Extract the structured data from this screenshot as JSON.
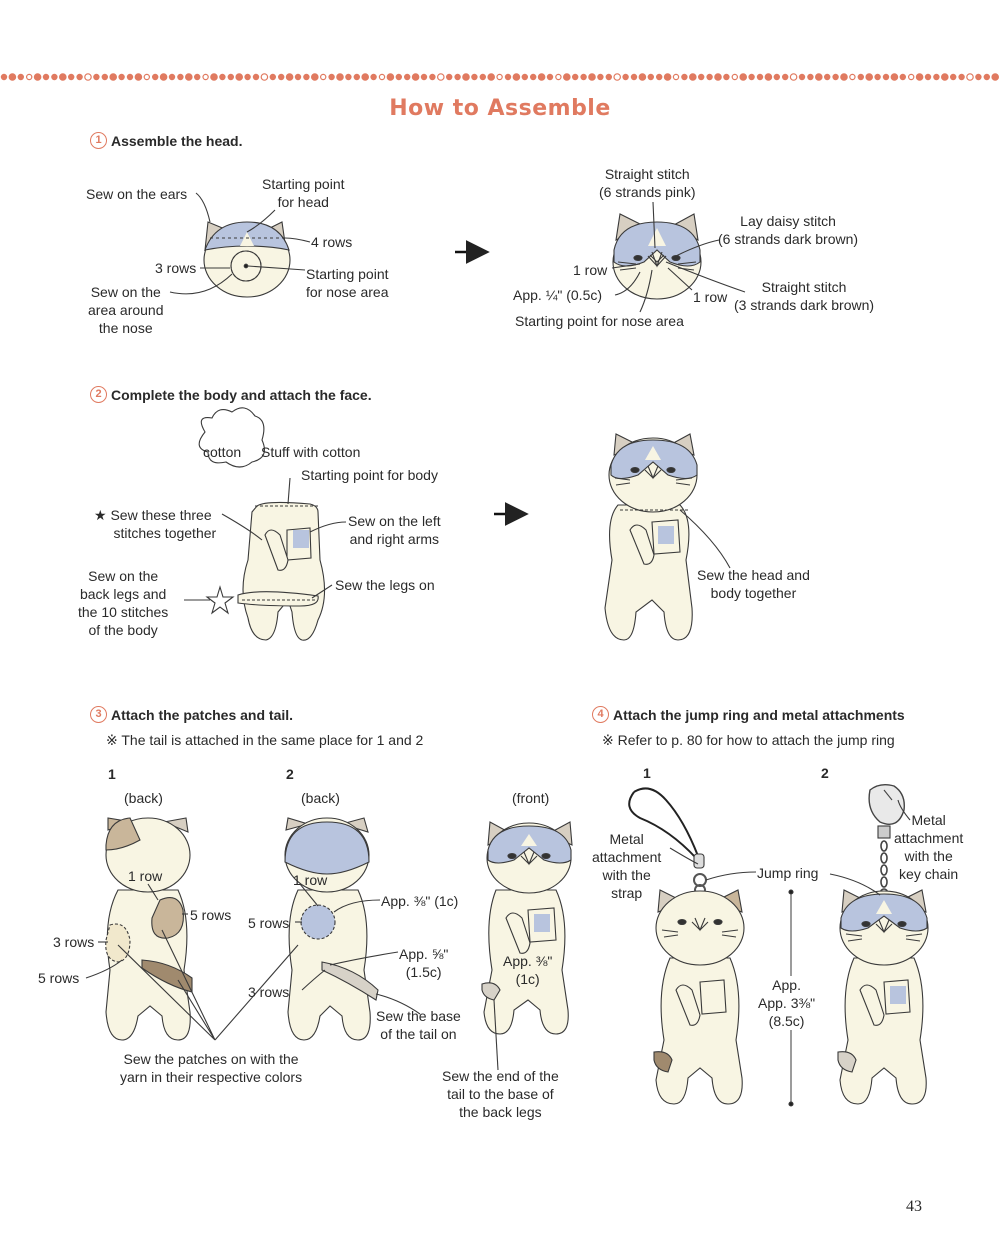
{
  "title": "How to Assemble",
  "colors": {
    "accent": "#e07a60",
    "body": "#f8f5e3",
    "blue": "#b8c4de",
    "tan": "#c9b69a",
    "outline": "#3a3a3a"
  },
  "steps": [
    {
      "num": "1",
      "label": "Assemble the head."
    },
    {
      "num": "2",
      "label": "Complete the body and attach the face."
    },
    {
      "num": "3",
      "label": "Attach the patches and tail."
    },
    {
      "num": "4",
      "label": "Attach the jump ring and metal attachments"
    }
  ],
  "step1": {
    "sew_ears": "Sew on the ears",
    "start_head": "Starting point\nfor head",
    "four_rows": "4 rows",
    "three_rows": "3 rows",
    "start_nose": "Starting point\nfor nose area",
    "sew_around_nose": "Sew on the\narea around\nthe nose",
    "straight_pink": "Straight stitch\n(6 strands pink)",
    "lazy_daisy": "Lay daisy stitch\n(6 strands dark brown)",
    "one_row_a": "1 row",
    "one_row_b": "1 row",
    "app_quarter": "App. ¼\" (0.5c)",
    "straight_brown": "Straight stitch\n(3 strands dark brown)",
    "start_nose_area": "Starting point for nose area"
  },
  "step2": {
    "cotton": "cotton",
    "stuff": "Stuff with cotton",
    "start_body": "Starting point for body",
    "three_stitches": "★ Sew these three\n     stitches together",
    "arms": "Sew on the left\nand right arms",
    "back_legs": "Sew on the\nback legs and\nthe 10 stitches\nof the body",
    "legs": "Sew the legs on",
    "head_body": "Sew the head and\nbody together"
  },
  "step3": {
    "note": "※ The tail is attached in the same place for 1 and 2",
    "fig1": "1",
    "fig2": "2",
    "back1": "(back)",
    "back2": "(back)",
    "front": "(front)",
    "one_row_1": "1 row",
    "five_rows_1": "5 rows",
    "three_rows_1": "3 rows",
    "five_rows_2": "5 rows",
    "one_row_2": "1 row",
    "five_rows_3": "5 rows",
    "app_38": "App. ⅜\" (1c)",
    "app_58": "App. ⅝\"\n(1.5c)",
    "three_rows_2": "3 rows",
    "tail_base": "Sew the base\nof the tail on",
    "app_38b": "App. ⅜\"\n(1c)",
    "patches": "Sew the patches on with the\nyarn in their respective colors",
    "tail_end": "Sew the end of the\ntail to the base of\nthe back legs"
  },
  "step4": {
    "note": "※ Refer to p. 80 for how to attach the jump ring",
    "fig1": "1",
    "fig2": "2",
    "metal_strap": "Metal\nattachment\nwith the\nstrap",
    "jump_ring": "Jump ring",
    "metal_key": "Metal\nattachment\nwith the\nkey chain",
    "app_size": "App.\nApp. 3⅜\"\n(8.5c)"
  },
  "page_number": "43"
}
